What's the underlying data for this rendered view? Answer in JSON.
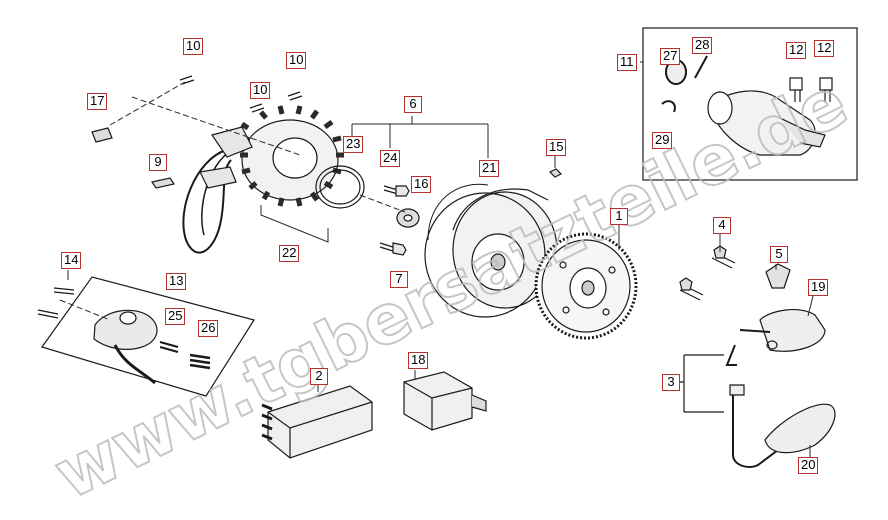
{
  "watermark": "www.tgbersatzteile.de",
  "colors": {
    "callout_border": "#b8322d",
    "line": "#1a1a1a",
    "watermark": "#c9c9c9"
  },
  "callouts": {
    "p1": "1",
    "p2": "2",
    "p3": "3",
    "p4": "4",
    "p5": "5",
    "p6": "6",
    "p7": "7",
    "p9": "9",
    "p10a": "10",
    "p10b": "10",
    "p10c": "10",
    "p11": "11",
    "p12a": "12",
    "p12b": "12",
    "p13": "13",
    "p14": "14",
    "p15": "15",
    "p16": "16",
    "p17": "17",
    "p18": "18",
    "p19": "19",
    "p20": "20",
    "p21": "21",
    "p22": "22",
    "p23": "23",
    "p24": "24",
    "p25": "25",
    "p26": "26",
    "p27": "27",
    "p28": "28",
    "p29": "29"
  }
}
